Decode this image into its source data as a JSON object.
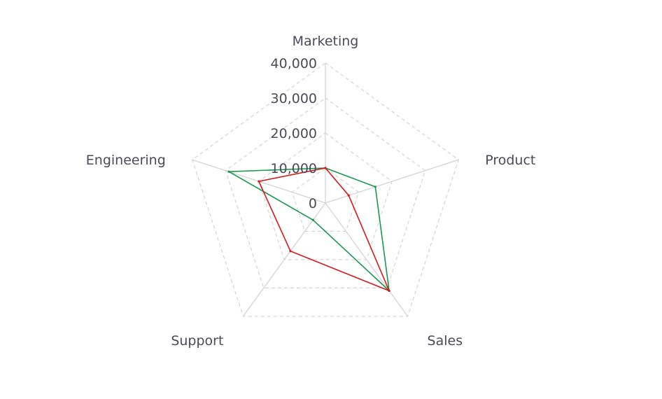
{
  "chart_data": {
    "type": "radar",
    "axes": [
      "Marketing",
      "Product",
      "Sales",
      "Support",
      "Engineering"
    ],
    "ticks": [
      "0",
      "10,000",
      "20,000",
      "30,000",
      "40,000"
    ],
    "ylim": [
      0,
      40000
    ],
    "grid": true,
    "series": [
      {
        "color": "#1a9850",
        "values": [
          10000,
          15000,
          31000,
          6000,
          29000
        ]
      },
      {
        "color": "#d7191c",
        "values": [
          10000,
          7000,
          31000,
          17000,
          20000
        ]
      }
    ]
  }
}
